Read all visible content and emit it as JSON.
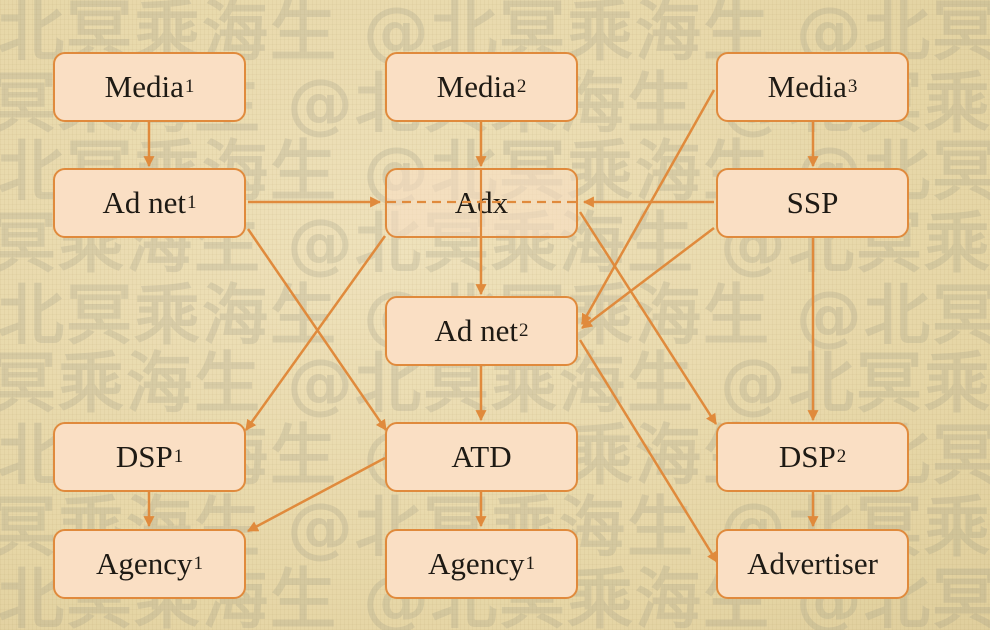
{
  "watermark": {
    "row_a": "@北冥乘海生 @北冥乘海生 @北冥乘海生",
    "row_b": "冥乘海生 @北冥乘海生 @北冥乘海生 @北"
  },
  "nodes": {
    "media1": {
      "text": "Media",
      "sub": "1"
    },
    "media2": {
      "text": "Media",
      "sub": "2"
    },
    "media3": {
      "text": "Media",
      "sub": "3"
    },
    "adnet1": {
      "text": "Ad net",
      "sub": "1"
    },
    "adx": {
      "text": "Adx",
      "sub": ""
    },
    "ssp": {
      "text": "SSP",
      "sub": ""
    },
    "adnet2": {
      "text": "Ad net",
      "sub": "2"
    },
    "dsp1": {
      "text": "DSP",
      "sub": "1"
    },
    "atd": {
      "text": "ATD",
      "sub": ""
    },
    "dsp2": {
      "text": "DSP",
      "sub": "2"
    },
    "agency1a": {
      "text": "Agency",
      "sub": "1"
    },
    "agency1b": {
      "text": "Agency",
      "sub": "1"
    },
    "advertiser": {
      "text": "Advertiser",
      "sub": ""
    }
  },
  "colors": {
    "node_fill": "#fadfc4",
    "node_border": "#e08a3c",
    "edge": "#e08a3c",
    "text": "#1e1a14"
  }
}
